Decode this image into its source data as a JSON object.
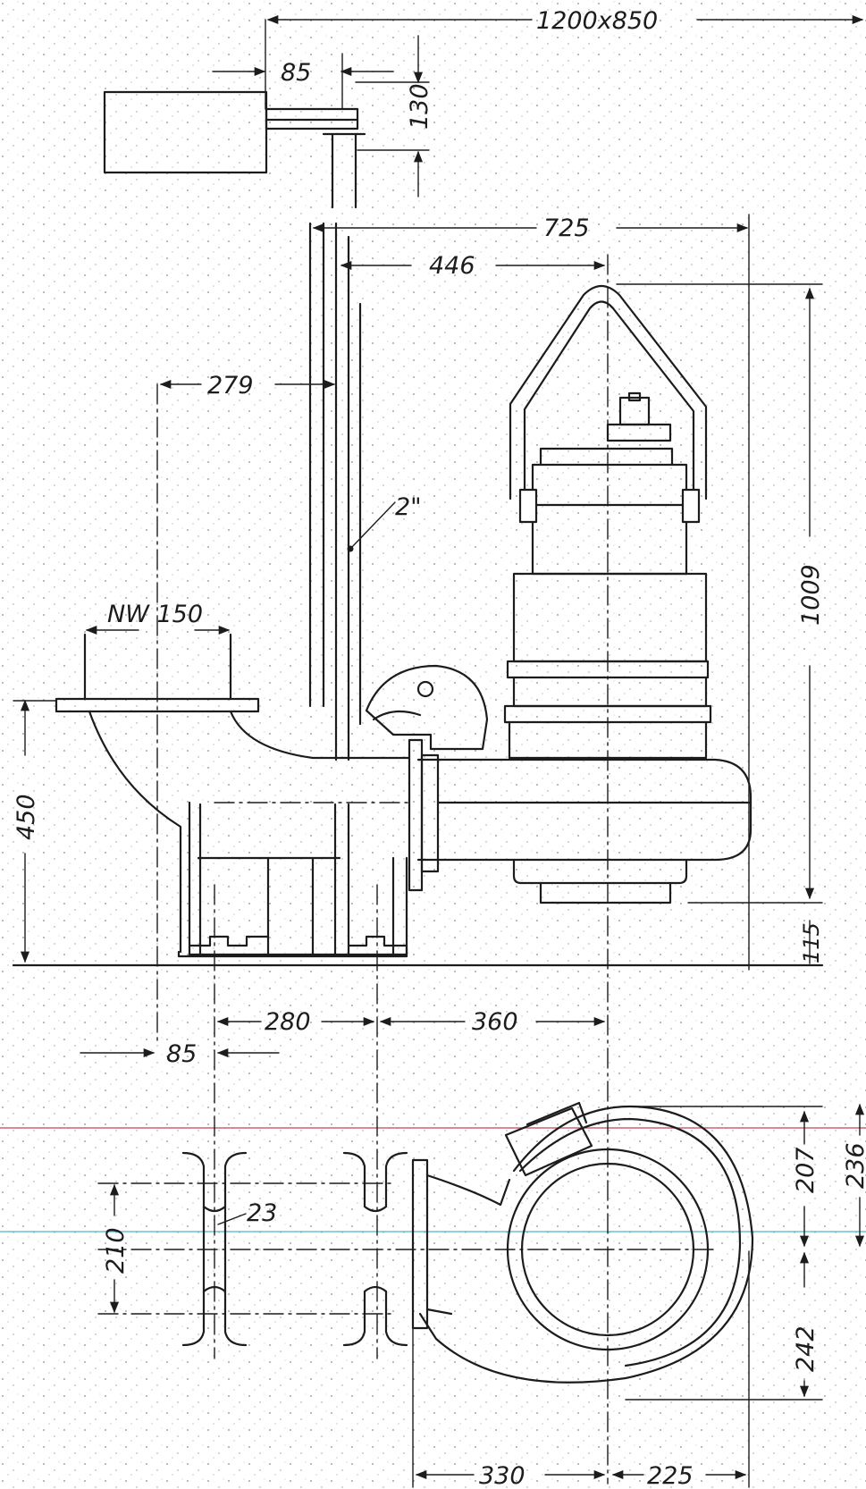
{
  "drawing": {
    "colors": {
      "ink": "#1c1c1c",
      "paper": "#ffffff",
      "stipple": "#666666",
      "guide_red": "#c0405a",
      "guide_cyan": "#49b7c6"
    },
    "dimensions": {
      "pit_size": "1200x850",
      "top_offset": "85",
      "top_height": "130",
      "overall_width": "725",
      "guide_to_center": "446",
      "pipe_offset": "279",
      "pipe_size": "2\"",
      "outlet_nominal": "NW 150",
      "outlet_height": "450",
      "overall_height": "1009",
      "base_clearance": "115",
      "foot_spacing": "280",
      "foot_to_center": "360",
      "outlet_offset": "85",
      "rail_width": "23",
      "foot_depth": "210",
      "upper_radius": "207",
      "lower_radius": "242",
      "total_depth": "236",
      "base_left": "330",
      "base_right": "225"
    }
  }
}
